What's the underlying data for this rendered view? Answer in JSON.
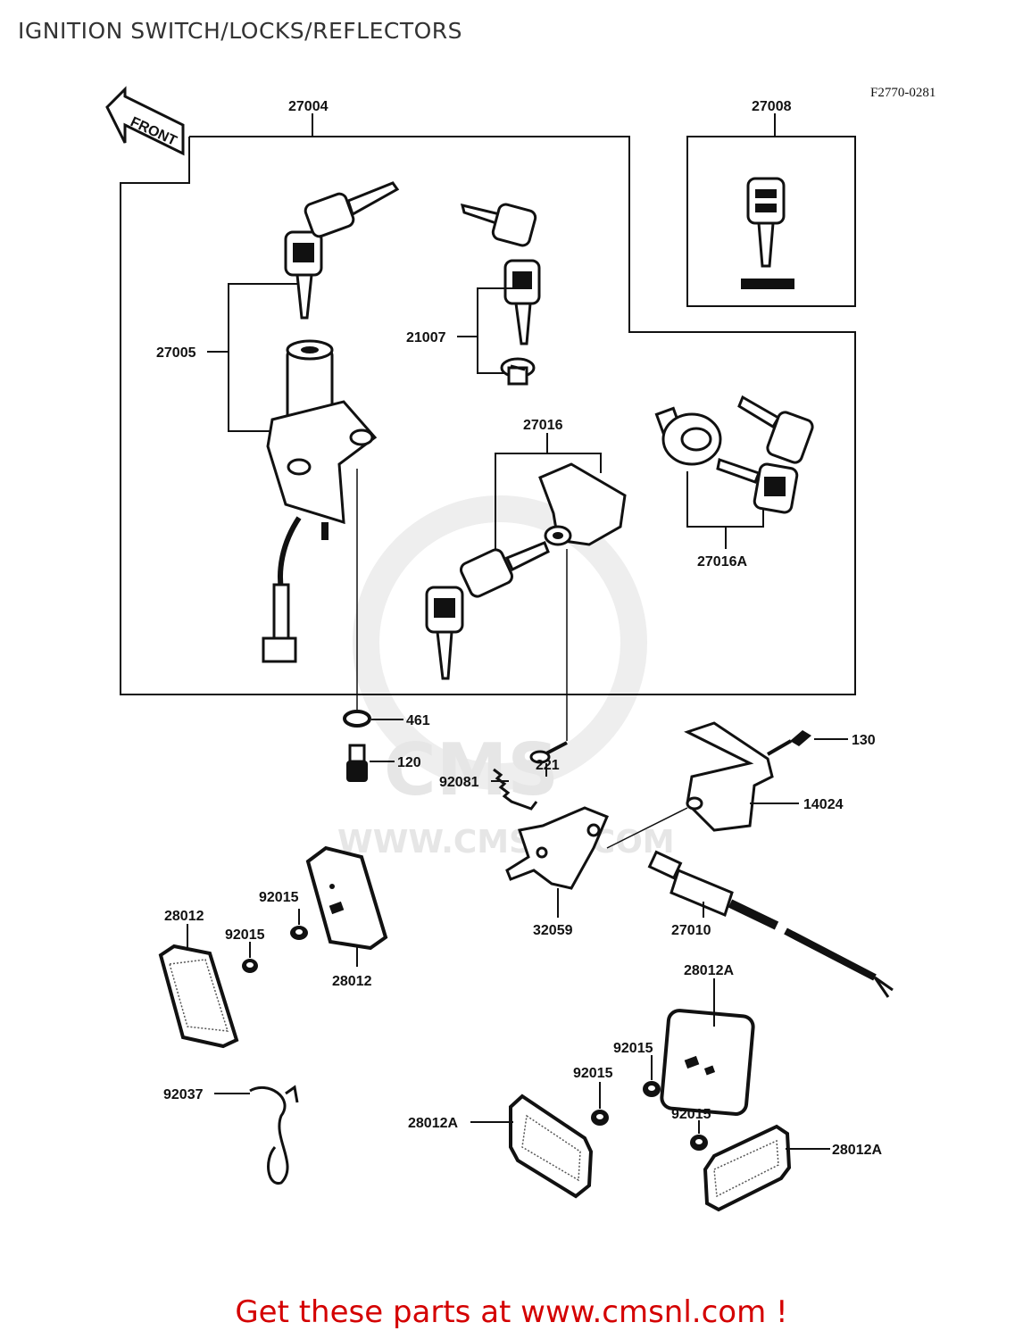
{
  "title": "IGNITION SWITCH/LOCKS/REFLECTORS",
  "diagram_code": "F2770-0281",
  "front_label": "FRONT",
  "watermark": {
    "brand": "CMS",
    "url": "WWW.CMSNL.COM"
  },
  "parts": {
    "p27004": "27004",
    "p27008": "27008",
    "p27005": "27005",
    "p21007": "21007",
    "p27016": "27016",
    "p27016A": "27016A",
    "p461": "461",
    "p130": "130",
    "p120": "120",
    "p221": "221",
    "p92081": "92081",
    "p14024": "14024",
    "p28012_left": "28012",
    "p92015_a": "92015",
    "p92015_b": "92015",
    "p28012_mid": "28012",
    "p32059": "32059",
    "p27010": "27010",
    "p28012A_top": "28012A",
    "p92015_c": "92015",
    "p92015_d": "92015",
    "p92015_e": "92015",
    "p92037": "92037",
    "p28012A_left": "28012A",
    "p28012A_right": "28012A"
  },
  "footer_text": "Get these parts at www.cmsnl.com !"
}
